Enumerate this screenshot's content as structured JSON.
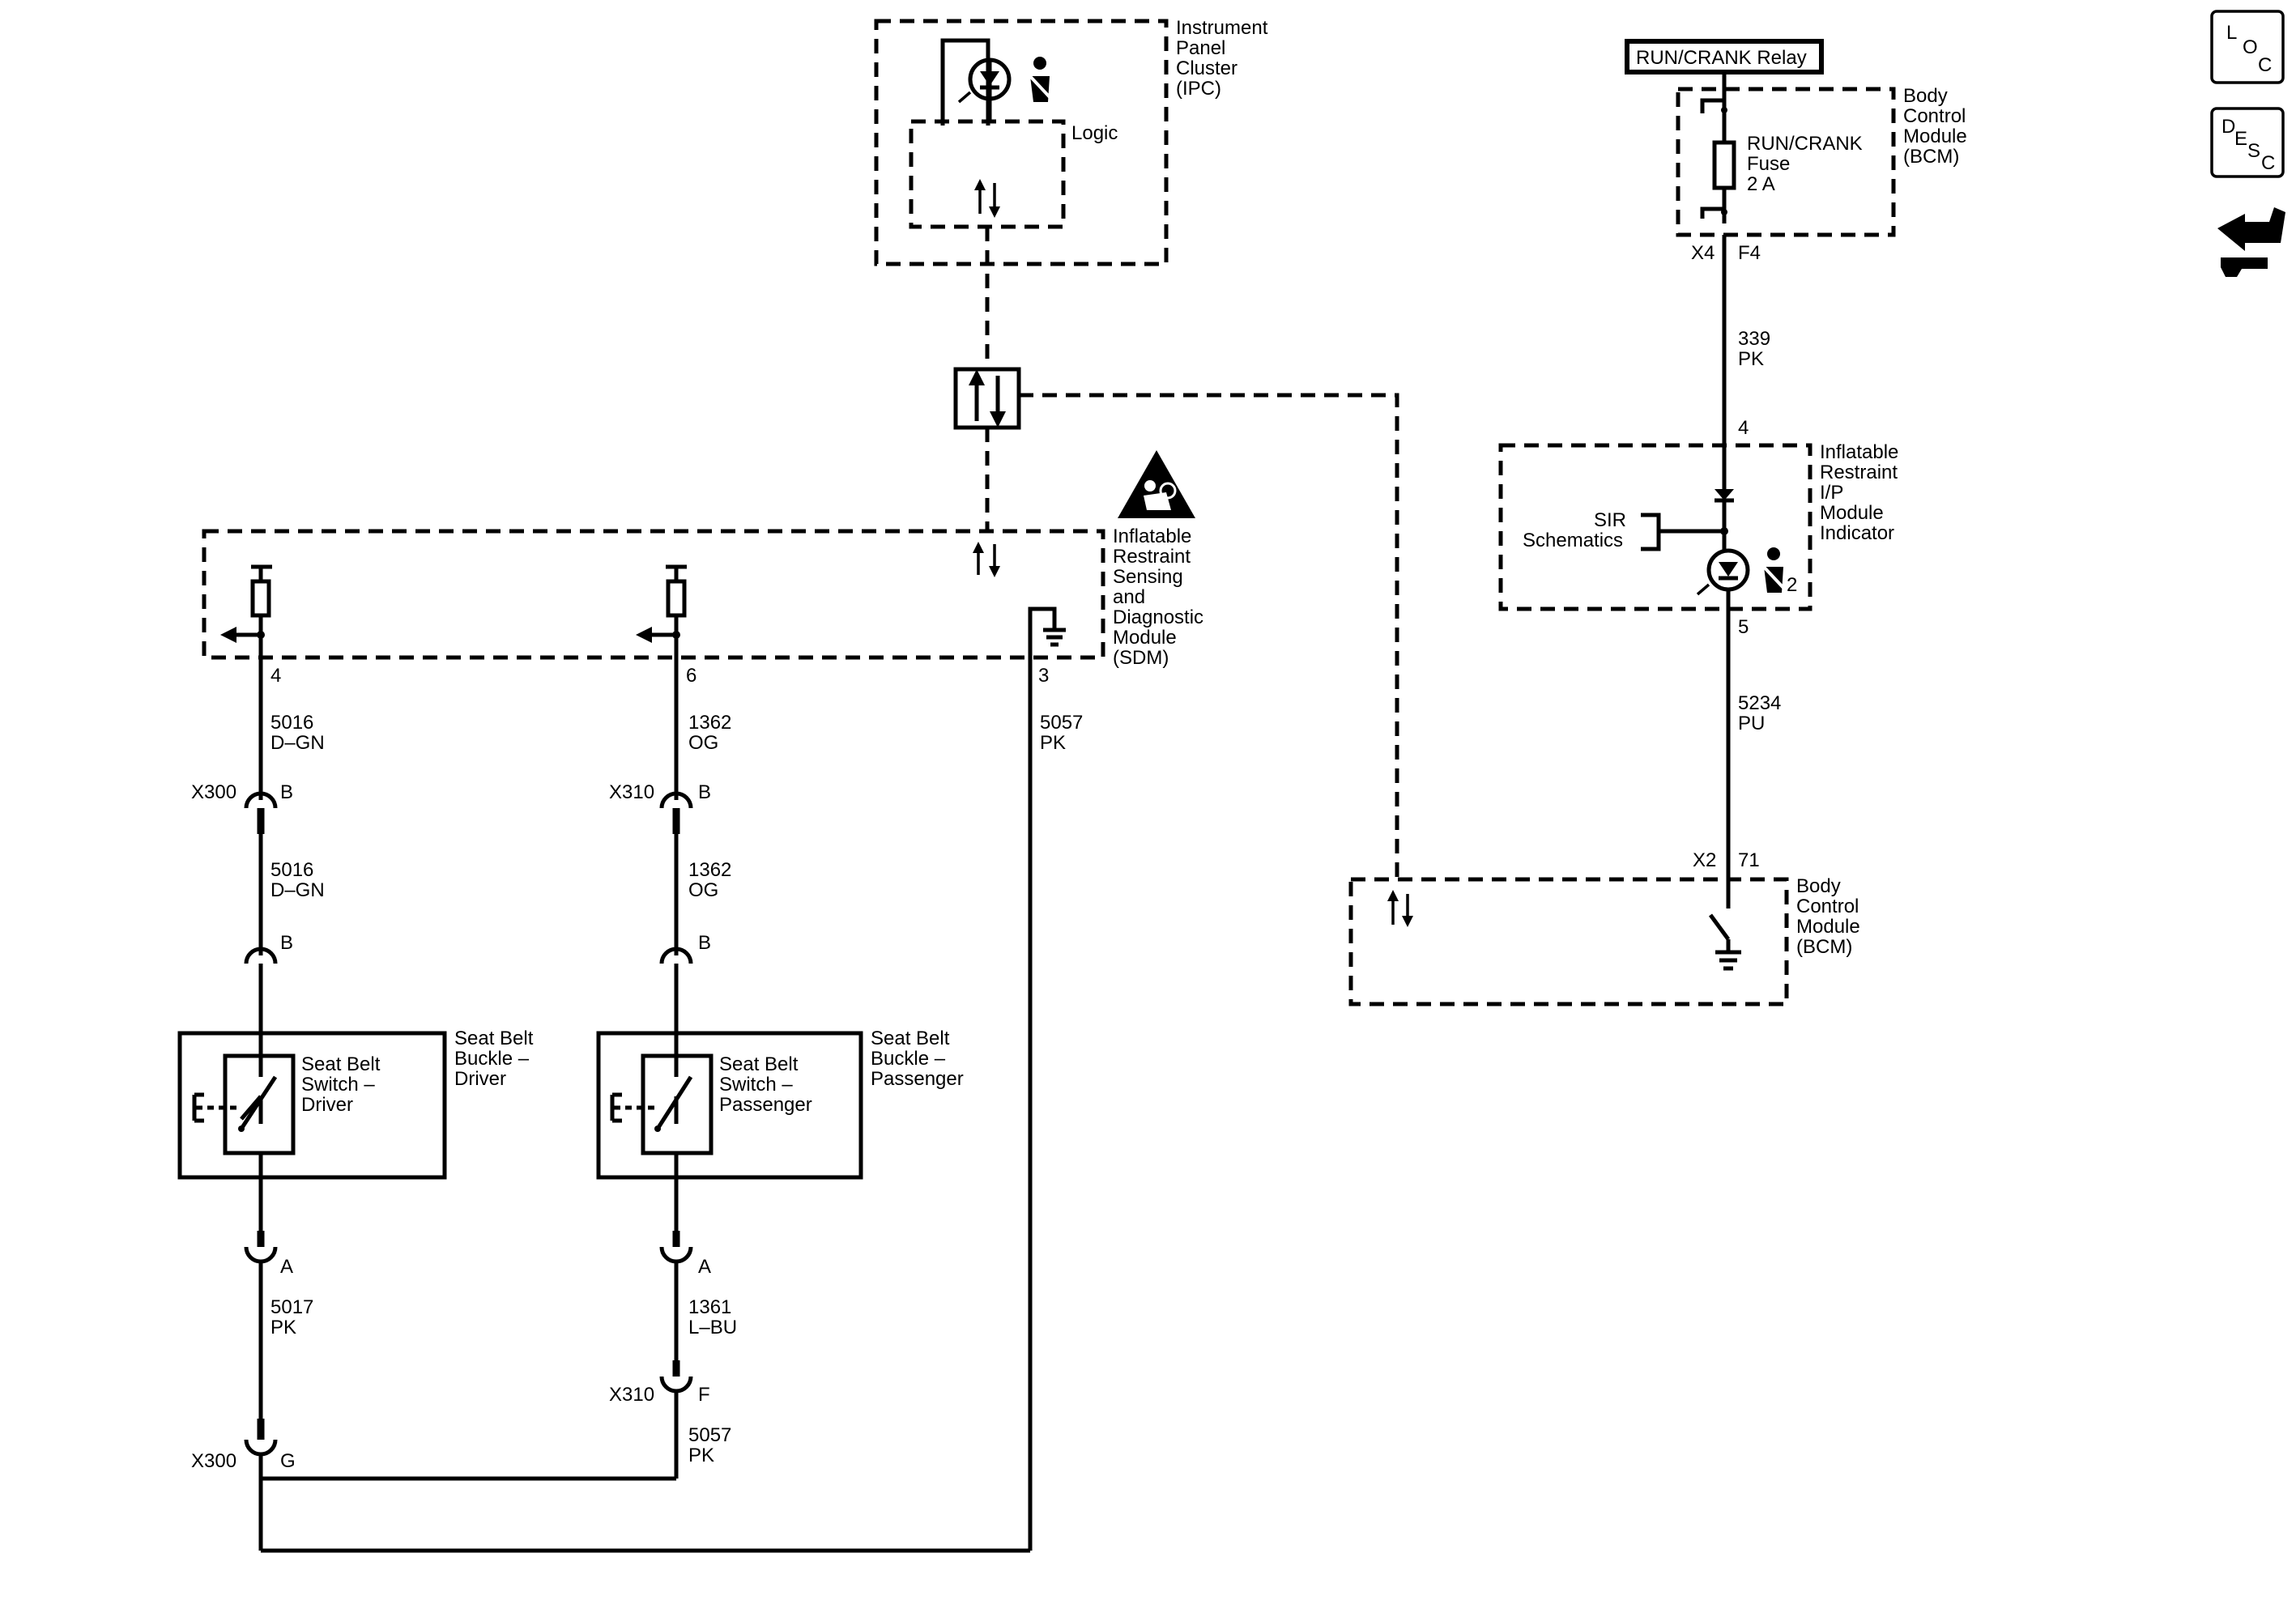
{
  "side_icons": {
    "loc": {
      "l": "L",
      "o": "O",
      "c": "C"
    },
    "desc": {
      "d": "D",
      "e": "E",
      "s": "S",
      "c": "C"
    }
  },
  "modules": {
    "ipc": {
      "lines": [
        "Instrument",
        "Panel",
        "Cluster",
        "(IPC)"
      ],
      "logic": "Logic"
    },
    "sdm": {
      "lines": [
        "Inflatable",
        "Restraint",
        "Sensing",
        "and",
        "Diagnostic",
        "Module",
        "(SDM)"
      ]
    },
    "bcm_top": {
      "lines": [
        "Body",
        "Control",
        "Module",
        "(BCM)"
      ]
    },
    "bcm_bottom": {
      "lines": [
        "Body",
        "Control",
        "Module",
        "(BCM)"
      ]
    },
    "indicator": {
      "lines": [
        "Inflatable",
        "Restraint",
        "I/P",
        "Module",
        "Indicator"
      ],
      "sir": [
        "SIR",
        "Schematics"
      ],
      "mark": "2"
    },
    "relay": "RUN/CRANK Relay",
    "fuse": [
      "RUN/CRANK",
      "Fuse",
      "2 A"
    ],
    "buckle_driver": {
      "lines": [
        "Seat Belt",
        "Buckle –",
        "Driver"
      ],
      "switch": [
        "Seat Belt",
        "Switch –",
        "Driver"
      ]
    },
    "buckle_passenger": {
      "lines": [
        "Seat Belt",
        "Buckle –",
        "Passenger"
      ],
      "switch": [
        "Seat Belt",
        "Switch –",
        "Passenger"
      ]
    }
  },
  "pins": {
    "sdm_4": "4",
    "sdm_6": "6",
    "sdm_3": "3",
    "bcm_x4": "X4",
    "bcm_f4": "F4",
    "ind_4": "4",
    "ind_5": "5",
    "bcm_x2": "X2",
    "bcm_71": "71"
  },
  "wires": {
    "w5016_a": [
      "5016",
      "D–GN"
    ],
    "w5016_b": [
      "5016",
      "D–GN"
    ],
    "w1362_a": [
      "1362",
      "OG"
    ],
    "w1362_b": [
      "1362",
      "OG"
    ],
    "w5057_sdm": [
      "5057",
      "PK"
    ],
    "w5017": [
      "5017",
      "PK"
    ],
    "w1361": [
      "1361",
      "L–BU"
    ],
    "w5057_low": [
      "5057",
      "PK"
    ],
    "w339": [
      "339",
      "PK"
    ],
    "w5234": [
      "5234",
      "PU"
    ]
  },
  "connectors": {
    "x300_b": {
      "name": "X300",
      "pin": "B"
    },
    "x300_b2": {
      "pin": "B"
    },
    "x310_b": {
      "name": "X310",
      "pin": "B"
    },
    "x310_b2": {
      "pin": "B"
    },
    "drv_a": {
      "pin": "A"
    },
    "pass_a": {
      "pin": "A"
    },
    "x310_f": {
      "name": "X310",
      "pin": "F"
    },
    "x300_g": {
      "name": "X300",
      "pin": "G"
    }
  },
  "icons": [
    "loc-icon",
    "desc-icon",
    "connector-icon",
    "airbag-warning-icon",
    "seatbelt-icon",
    "lamp-icon",
    "ground-icon",
    "serial-data-icon"
  ]
}
